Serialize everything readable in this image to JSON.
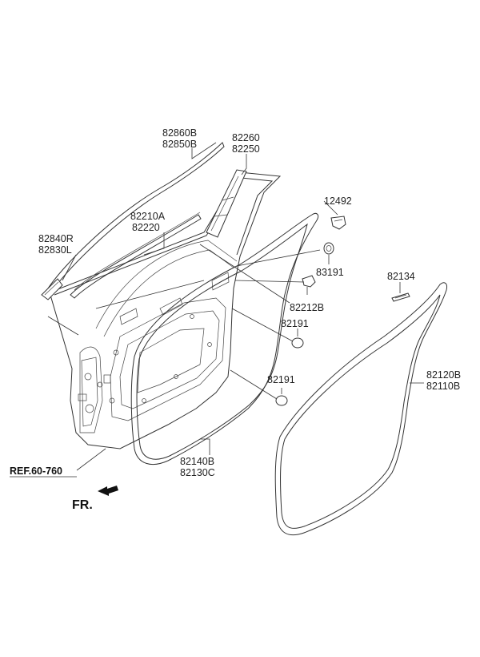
{
  "labels": {
    "p82860B": "82860B",
    "p82850B": "82850B",
    "p82260": "82260",
    "p82250": "82250",
    "p12492": "12492",
    "p82210A": "82210A",
    "p82220": "82220",
    "p82840R": "82840R",
    "p82830L": "82830L",
    "p83191": "83191",
    "p82134": "82134",
    "p82212B": "82212B",
    "p82191a": "82191",
    "p82191b": "82191",
    "p82120B": "82120B",
    "p82110B": "82110B",
    "p82140B": "82140B",
    "p82130C": "82130C",
    "ref": "REF.60-760",
    "fr": "FR."
  }
}
